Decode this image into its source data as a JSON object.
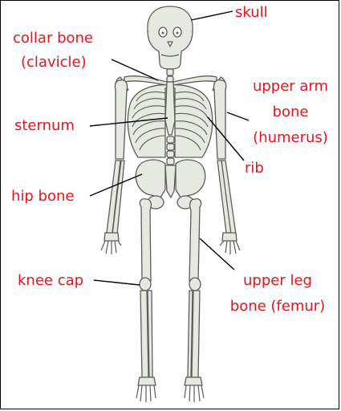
{
  "labels": {
    "skull": "skull",
    "collar_1": "collar bone",
    "collar_2": "(clavicle)",
    "upper_arm_1": "upper arm",
    "upper_arm_2": "bone",
    "upper_arm_3": "(humerus)",
    "sternum": "sternum",
    "rib": "rib",
    "hip": "hip bone",
    "knee": "knee cap",
    "femur_1": "upper leg",
    "femur_2": "bone (femur)"
  },
  "colors": {
    "label": "#e8141c",
    "bone_fill": "#e6e8e2",
    "bone_stroke": "#5c5c5c",
    "leader": "#000000"
  }
}
